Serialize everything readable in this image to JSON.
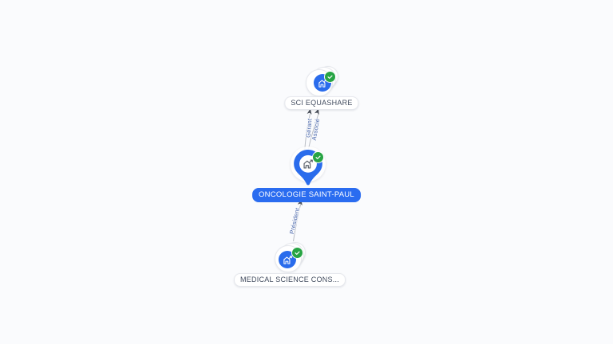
{
  "graph": {
    "nodes": [
      {
        "id": "sci-equashare",
        "label": "SCI EQUASHARE",
        "type": "company",
        "verified": true,
        "selected": false
      },
      {
        "id": "oncologie-saint-paul",
        "label": "ONCOLOGIE SAINT-PAUL",
        "type": "company",
        "verified": true,
        "selected": true
      },
      {
        "id": "medical-science-cons",
        "label": "MEDICAL SCIENCE CONS...",
        "type": "company",
        "verified": true,
        "selected": false
      }
    ],
    "edges": [
      {
        "from": "oncologie-saint-paul",
        "to": "sci-equashare",
        "label": "Gérant"
      },
      {
        "from": "oncologie-saint-paul",
        "to": "sci-equashare",
        "label": "Associé"
      },
      {
        "from": "medical-science-cons",
        "to": "oncologie-saint-paul",
        "label": "Président"
      }
    ]
  },
  "icons": {
    "node": "building-icon",
    "badge": "check-icon"
  },
  "colors": {
    "background": "#fafbfd",
    "accent_blue": "#2a6cec",
    "selected_label_blue": "#2a6cf0",
    "verified_green": "#27a444",
    "edge_line": "#b9bdc4",
    "edge_label": "#4664a9",
    "arrowhead": "#474d57",
    "label_text_dark": "#414b5e",
    "label_text_selected": "#ffffff"
  }
}
